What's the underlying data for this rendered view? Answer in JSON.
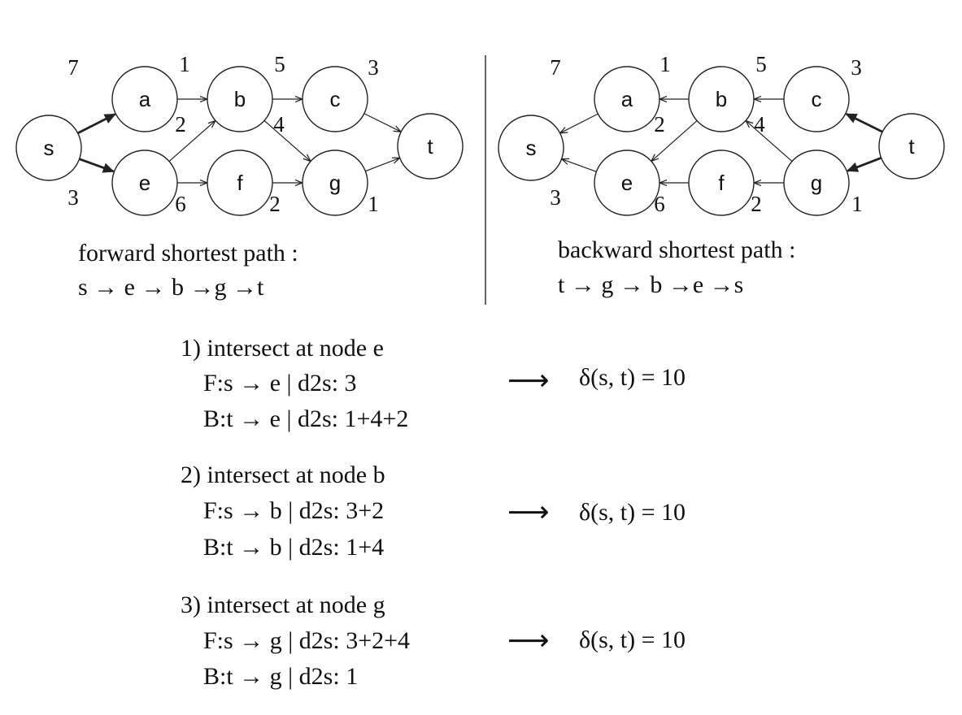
{
  "forward": {
    "nodes": [
      {
        "id": "s",
        "label": "s"
      },
      {
        "id": "a",
        "label": "a"
      },
      {
        "id": "b",
        "label": "b"
      },
      {
        "id": "c",
        "label": "c"
      },
      {
        "id": "e",
        "label": "e"
      },
      {
        "id": "f",
        "label": "f"
      },
      {
        "id": "g",
        "label": "g"
      },
      {
        "id": "t",
        "label": "t"
      }
    ],
    "edges": [
      {
        "from": "s",
        "to": "a",
        "weight": "7",
        "bold": true
      },
      {
        "from": "s",
        "to": "e",
        "weight": "3",
        "bold": true
      },
      {
        "from": "a",
        "to": "b",
        "weight": "1",
        "bold": false
      },
      {
        "from": "b",
        "to": "c",
        "weight": "5",
        "bold": false
      },
      {
        "from": "c",
        "to": "t",
        "weight": "3",
        "bold": false
      },
      {
        "from": "e",
        "to": "b",
        "weight": "2",
        "bold": false
      },
      {
        "from": "b",
        "to": "g",
        "weight": "4",
        "bold": false
      },
      {
        "from": "e",
        "to": "f",
        "weight": "6",
        "bold": false
      },
      {
        "from": "f",
        "to": "g",
        "weight": "2",
        "bold": false
      },
      {
        "from": "g",
        "to": "t",
        "weight": "1",
        "bold": false
      }
    ],
    "caption_line1": "forward shortest path :",
    "caption_line2": "s → e → b →g →t"
  },
  "backward": {
    "nodes": [
      {
        "id": "s",
        "label": "s"
      },
      {
        "id": "a",
        "label": "a"
      },
      {
        "id": "b",
        "label": "b"
      },
      {
        "id": "c",
        "label": "c"
      },
      {
        "id": "e",
        "label": "e"
      },
      {
        "id": "f",
        "label": "f"
      },
      {
        "id": "g",
        "label": "g"
      },
      {
        "id": "t",
        "label": "t"
      }
    ],
    "edges": [
      {
        "from": "a",
        "to": "s",
        "weight": "7",
        "bold": false
      },
      {
        "from": "e",
        "to": "s",
        "weight": "3",
        "bold": false
      },
      {
        "from": "b",
        "to": "a",
        "weight": "1",
        "bold": false
      },
      {
        "from": "c",
        "to": "b",
        "weight": "5",
        "bold": false
      },
      {
        "from": "t",
        "to": "c",
        "weight": "3",
        "bold": true
      },
      {
        "from": "b",
        "to": "e",
        "weight": "2",
        "bold": false
      },
      {
        "from": "g",
        "to": "b",
        "weight": "4",
        "bold": false
      },
      {
        "from": "f",
        "to": "e",
        "weight": "6",
        "bold": false
      },
      {
        "from": "g",
        "to": "f",
        "weight": "2",
        "bold": false
      },
      {
        "from": "t",
        "to": "g",
        "weight": "1",
        "bold": true
      }
    ],
    "caption_line1": "backward shortest path :",
    "caption_line2": "t → g → b →e →s"
  },
  "steps": [
    {
      "title": "1) intersect at node e",
      "forward": "F:s → e  | d2s: 3",
      "backward": "B:t → e  | d2s: 1+4+2",
      "arrow": "⟶",
      "result": "δ(s, t) = 10"
    },
    {
      "title": "2) intersect at node b",
      "forward": "F:s → b  | d2s: 3+2",
      "backward": "B:t → b  | d2s: 1+4",
      "arrow": "⟶",
      "result": "δ(s, t) = 10"
    },
    {
      "title": "3) intersect at node g",
      "forward": "F:s → g  | d2s: 3+2+4",
      "backward": "B:t → g  | d2s: 1",
      "arrow": "⟶",
      "result": "δ(s, t) = 10"
    }
  ]
}
